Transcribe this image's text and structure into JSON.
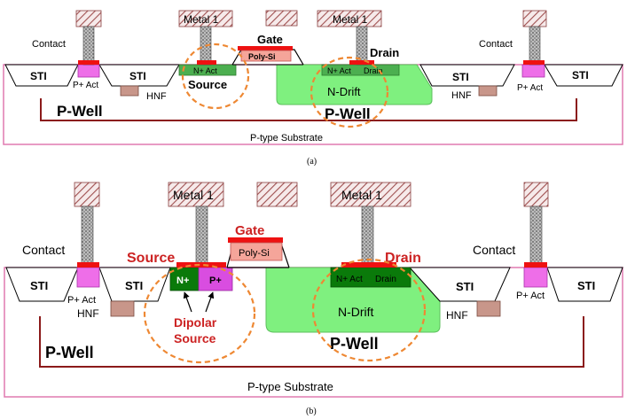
{
  "colors": {
    "substrate_border": "#e07ab0",
    "well_line": "#8b1a1a",
    "drift_fill": "#7ff07f",
    "nplus_fill": "#4caf50",
    "dark_green": "#0a7a0a",
    "pact_fill": "#ee6ee8",
    "pplus_fill": "#d94de0",
    "hnf_fill": "#c8968a",
    "contact_red": "#ee1111",
    "poly_fill": "#f5a59a",
    "dashed_circle": "#ee8833",
    "red_text": "#cc2222",
    "hatch": "#a05050"
  },
  "icons": {
    "contact": "hatched-square-icon",
    "via": "stippled-pillar-icon"
  },
  "panel_a": {
    "metal1_left": "Metal 1",
    "metal1_right": "Metal 1",
    "contact_left": "Contact",
    "contact_right": "Contact",
    "gate": "Gate",
    "poly_si": "Poly-Si",
    "drain": "Drain",
    "sti1": "STI",
    "sti2": "STI",
    "sti3": "STI",
    "sti4": "STI",
    "pact_left": "P+ Act",
    "pact_right": "P+ Act",
    "nact": "N+ Act",
    "nact_drain": "N+ Act",
    "drain_small": "Drain",
    "source": "Source",
    "hnf_left": "HNF",
    "hnf_right": "HNF",
    "ndrift": "N-Drift",
    "pwell_left": "P-Well",
    "pwell_right": "P-Well",
    "substrate": "P-type Substrate",
    "caption": "(a)"
  },
  "panel_b": {
    "metal1_left": "Metal 1",
    "metal1_right": "Metal 1",
    "contact_left": "Contact",
    "contact_right": "Contact",
    "gate": "Gate",
    "poly_si": "Poly-Si",
    "source": "Source",
    "drain": "Drain",
    "sti1": "STI",
    "sti2": "STI",
    "sti3": "STI",
    "sti4": "STI",
    "pact_left": "P+ Act",
    "pact_right": "P+ Act",
    "nplus": "N+",
    "pplus": "P+",
    "nact_drain": "N+ Act",
    "drain_small": "Drain",
    "dipolar_1": "Dipolar",
    "dipolar_2": "Source",
    "hnf_left": "HNF",
    "hnf_right": "HNF",
    "ndrift": "N-Drift",
    "pwell_left": "P-Well",
    "pwell_right": "P-Well",
    "substrate": "P-type Substrate",
    "caption": "(b)"
  }
}
